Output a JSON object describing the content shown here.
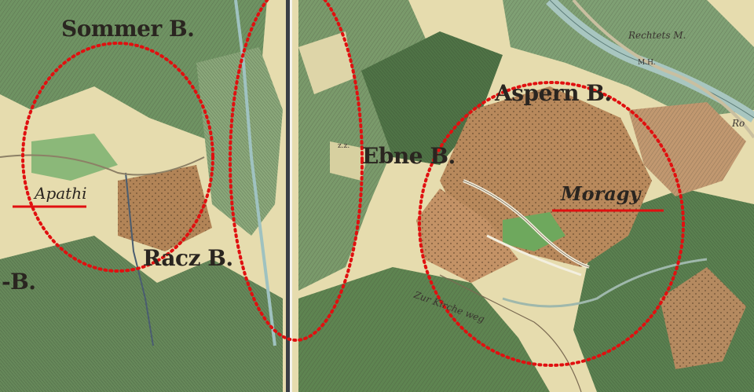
{
  "map": {
    "labels": {
      "sommer": "Sommer B.",
      "apathi": "Apathi",
      "racz": "Racz B.",
      "b_left": "-B.",
      "ebne": "Ebne B.",
      "asperv": "Aspern B.",
      "moragy": "Moragy",
      "rechtets": "Rechtets M.",
      "ro": "Ro",
      "zz": "z.z.",
      "mh": "M.H.",
      "kirchenweg": "Zur Kirche weg"
    },
    "colors": {
      "highlight_circles": "#e01010",
      "highlight_underlines": "#e01010",
      "forest": "#5b8a4f",
      "meadow": "#e6dcae",
      "field": "#b38758",
      "stream": "#9dbdb8"
    }
  }
}
